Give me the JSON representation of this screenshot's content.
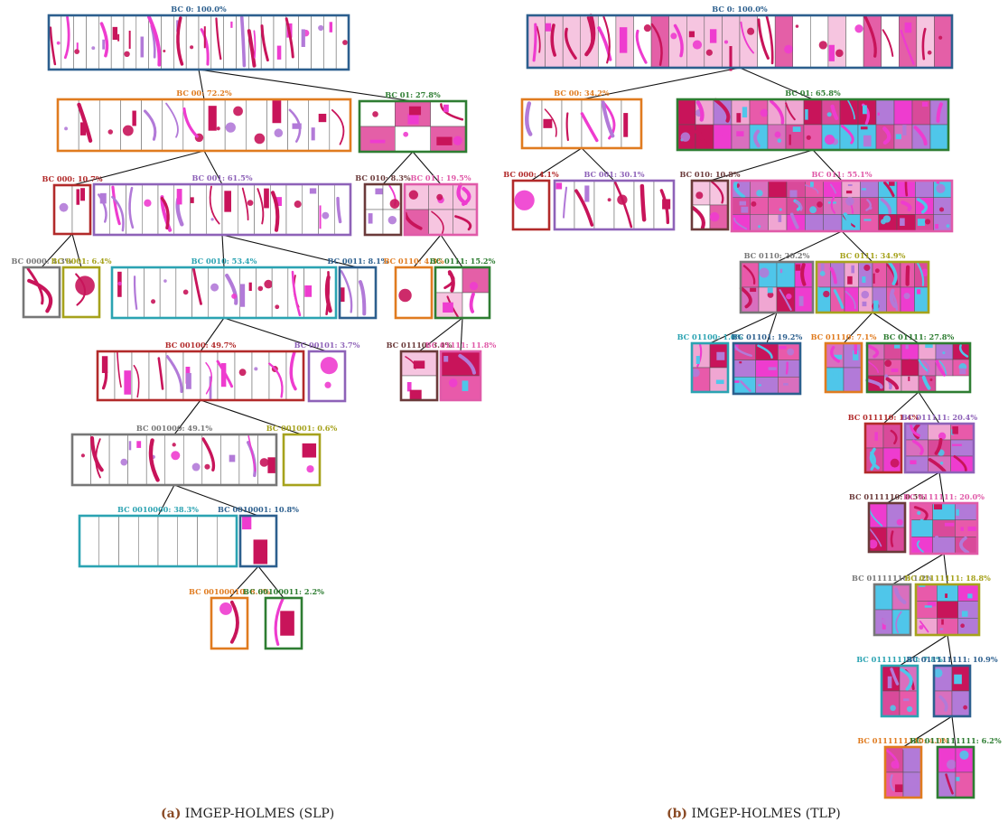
{
  "colors": {
    "blue": "#2c5f8e",
    "orange": "#e07b1f",
    "green": "#2e7d32",
    "red": "#b22a2a",
    "purple": "#8e62b8",
    "grey": "#777777",
    "olive": "#a6a21c",
    "cyan": "#2ba3b2",
    "pink": "#e05aa8",
    "brown": "#6b3a3a",
    "crimson": "#c8145a",
    "magenta": "#ee3ccf",
    "lilac": "#b27ad8",
    "sky": "#4fc6ea"
  },
  "panels": [
    {
      "id": "slp",
      "caption": {
        "prefix": "(a)",
        "text": "IMGEP-HOLMES (SLP)"
      },
      "nodes": [
        {
          "id": "BC 0",
          "label": "BC 0: 100.0%",
          "color": "blue",
          "n": 24,
          "style": "slp"
        },
        {
          "id": "BC 00",
          "label": "BC 00: 72.2%",
          "color": "orange",
          "n": 14,
          "style": "slp",
          "parent": "BC 0"
        },
        {
          "id": "BC 01",
          "label": "BC 01: 27.8%",
          "color": "green",
          "n": 6,
          "rows": 2,
          "style": "mix",
          "parent": "BC 0"
        },
        {
          "id": "BC 000",
          "label": "BC 000: 10.7%",
          "color": "red",
          "n": 2,
          "style": "slp",
          "parent": "BC 00"
        },
        {
          "id": "BC 001",
          "label": "BC 001: 61.5%",
          "color": "purple",
          "n": 16,
          "style": "slp",
          "parent": "BC 00"
        },
        {
          "id": "BC 010",
          "label": "BC 010: 8.3%",
          "color": "brown",
          "n": 4,
          "rows": 2,
          "style": "slp",
          "parent": "BC 01"
        },
        {
          "id": "BC 011",
          "label": "BC 011: 19.5%",
          "color": "pink",
          "n": 6,
          "rows": 2,
          "style": "mix",
          "parent": "BC 01"
        },
        {
          "id": "BC 0000",
          "label": "BC 0000: 4.3%",
          "color": "grey",
          "n": 1,
          "style": "slp",
          "parent": "BC 000"
        },
        {
          "id": "BC 0001",
          "label": "BC 0001: 6.4%",
          "color": "olive",
          "n": 1,
          "style": "slp",
          "parent": "BC 000"
        },
        {
          "id": "BC 0010",
          "label": "BC 0010: 53.4%",
          "color": "cyan",
          "n": 14,
          "style": "slp",
          "parent": "BC 001"
        },
        {
          "id": "BC 0011",
          "label": "BC 0011: 8.1%",
          "color": "blue",
          "n": 2,
          "style": "slp",
          "parent": "BC 001"
        },
        {
          "id": "BC 0110",
          "label": "BC 0110: 4.3%",
          "color": "orange",
          "n": 1,
          "style": "slp",
          "parent": "BC 011"
        },
        {
          "id": "BC 0111",
          "label": "BC 0111: 15.2%",
          "color": "green",
          "n": 4,
          "rows": 2,
          "style": "mix",
          "parent": "BC 011"
        },
        {
          "id": "BC 00100",
          "label": "BC 00100: 49.7%",
          "color": "red",
          "n": 12,
          "style": "slp",
          "parent": "BC 0010"
        },
        {
          "id": "BC 00101",
          "label": "BC 00101: 3.7%",
          "color": "purple",
          "n": 1,
          "style": "slp",
          "parent": "BC 0010"
        },
        {
          "id": "BC 01110",
          "label": "BC 01110: 3.4%",
          "color": "brown",
          "n": 2,
          "rows": 2,
          "style": "mix",
          "parent": "BC 0111"
        },
        {
          "id": "BC 01111",
          "label": "BC 01111: 11.8%",
          "color": "pink",
          "n": 2,
          "rows": 2,
          "style": "tlp",
          "parent": "BC 0111"
        },
        {
          "id": "BC 001000",
          "label": "BC 001000: 49.1%",
          "color": "grey",
          "n": 11,
          "style": "slp",
          "parent": "BC 00100"
        },
        {
          "id": "BC 001001",
          "label": "BC 001001: 0.6%",
          "color": "olive",
          "n": 1,
          "style": "slp",
          "parent": "BC 00100"
        },
        {
          "id": "BC 0010000",
          "label": "BC 0010000: 38.3%",
          "color": "cyan",
          "n": 8,
          "style": "empty",
          "parent": "BC 001000"
        },
        {
          "id": "BC 0010001",
          "label": "BC 0010001: 10.8%",
          "color": "blue",
          "n": 1,
          "style": "slp",
          "parent": "BC 001000"
        },
        {
          "id": "BC 00100010",
          "label": "BC 00100010: 8.6%",
          "color": "orange",
          "n": 1,
          "style": "slp",
          "parent": "BC 0010001"
        },
        {
          "id": "BC 00100011",
          "label": "BC 00100011: 2.2%",
          "color": "green",
          "n": 1,
          "style": "slp",
          "parent": "BC 0010001"
        }
      ]
    },
    {
      "id": "tlp",
      "caption": {
        "prefix": "(b)",
        "text": "IMGEP-HOLMES (TLP)"
      },
      "nodes": [
        {
          "id": "BC 0",
          "label": "BC 0: 100.0%",
          "color": "blue",
          "n": 24,
          "style": "mix"
        },
        {
          "id": "BC 00",
          "label": "BC 00: 34.2%",
          "color": "orange",
          "n": 6,
          "style": "slp",
          "parent": "BC 0"
        },
        {
          "id": "BC 01",
          "label": "BC 01: 65.8%",
          "color": "green",
          "n": 30,
          "rows": 2,
          "style": "tlp",
          "parent": "BC 0"
        },
        {
          "id": "BC 000",
          "label": "BC 000: 4.1%",
          "color": "red",
          "n": 1,
          "style": "slp",
          "parent": "BC 00"
        },
        {
          "id": "BC 001",
          "label": "BC 001: 30.1%",
          "color": "purple",
          "n": 6,
          "style": "slp",
          "parent": "BC 00"
        },
        {
          "id": "BC 010",
          "label": "BC 010: 10.8%",
          "color": "brown",
          "n": 4,
          "rows": 2,
          "style": "mix",
          "parent": "BC 01"
        },
        {
          "id": "BC 011",
          "label": "BC 011: 55.1%",
          "color": "pink",
          "n": 36,
          "rows": 3,
          "style": "tlp",
          "parent": "BC 01"
        },
        {
          "id": "BC 0110",
          "label": "BC 0110: 20.2%",
          "color": "grey",
          "n": 8,
          "rows": 2,
          "style": "tlp",
          "parent": "BC 011"
        },
        {
          "id": "BC 0111",
          "label": "BC 0111: 34.9%",
          "color": "olive",
          "n": 16,
          "rows": 2,
          "style": "tlp",
          "parent": "BC 011"
        },
        {
          "id": "BC 01100",
          "label": "BC 01100: 1.0%",
          "color": "cyan",
          "n": 4,
          "rows": 2,
          "style": "tlp",
          "parent": "BC 0110"
        },
        {
          "id": "BC 01101",
          "label": "BC 01101: 19.2%",
          "color": "blue",
          "n": 9,
          "rows": 3,
          "style": "tlp",
          "parent": "BC 0110"
        },
        {
          "id": "BC 01110",
          "label": "BC 01110: 7.1%",
          "color": "orange",
          "n": 4,
          "rows": 2,
          "style": "tlp",
          "parent": "BC 0111"
        },
        {
          "id": "BC 01111",
          "label": "BC 01111: 27.8%",
          "color": "green",
          "n": 16,
          "rows": 3,
          "style": "tlp",
          "parent": "BC 0111"
        },
        {
          "id": "BC 011110",
          "label": "BC 011110: 1.4%",
          "color": "red",
          "n": 4,
          "rows": 2,
          "style": "tlp",
          "parent": "BC 01111"
        },
        {
          "id": "BC 011111",
          "label": "BC 011111: 20.4%",
          "color": "purple",
          "n": 9,
          "rows": 3,
          "style": "tlp",
          "parent": "BC 01111"
        },
        {
          "id": "BC 0111110",
          "label": "BC 0111110: 0.5%",
          "color": "brown",
          "n": 4,
          "rows": 2,
          "style": "tlp",
          "parent": "BC 011111"
        },
        {
          "id": "BC 0111111",
          "label": "BC 0111111: 20.0%",
          "color": "pink",
          "n": 9,
          "rows": 3,
          "style": "tlp",
          "parent": "BC 011111"
        },
        {
          "id": "BC 01111110",
          "label": "BC 01111110: 1.2%",
          "color": "grey",
          "n": 4,
          "rows": 2,
          "style": "tlp",
          "parent": "BC 0111111"
        },
        {
          "id": "BC 01111111",
          "label": "BC 01111111: 18.8%",
          "color": "olive",
          "n": 9,
          "rows": 3,
          "style": "tlp",
          "parent": "BC 0111111"
        },
        {
          "id": "BC 011111110",
          "label": "BC 011111110: 7.8%",
          "color": "cyan",
          "n": 4,
          "rows": 2,
          "style": "tlp",
          "parent": "BC 01111111"
        },
        {
          "id": "BC 011111111",
          "label": "BC 011111111: 10.9%",
          "color": "blue",
          "n": 4,
          "rows": 2,
          "style": "tlp",
          "parent": "BC 01111111"
        },
        {
          "id": "BC 0111111110",
          "label": "BC 0111111110: 4.0%",
          "color": "orange",
          "n": 4,
          "rows": 2,
          "style": "tlp",
          "parent": "BC 011111111"
        },
        {
          "id": "BC 0111111111",
          "label": "BC 0111111111: 6.2%",
          "color": "green",
          "n": 4,
          "rows": 2,
          "style": "tlp",
          "parent": "BC 011111111"
        }
      ]
    }
  ]
}
